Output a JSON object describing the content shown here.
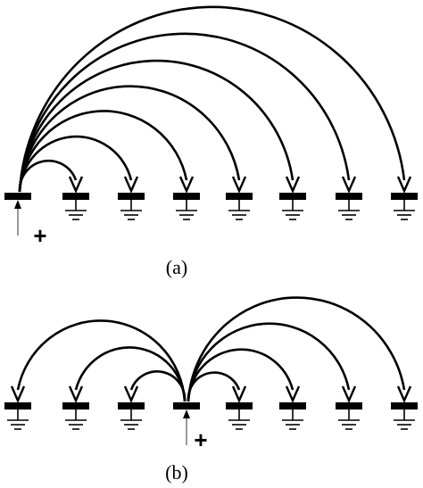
{
  "diagram": {
    "panel_a": {
      "caption": "(a)",
      "source_sign": "+",
      "source_index": 0,
      "node_count": 8,
      "connections": [
        [
          0,
          1
        ],
        [
          0,
          2
        ],
        [
          0,
          3
        ],
        [
          0,
          4
        ],
        [
          0,
          5
        ],
        [
          0,
          6
        ],
        [
          0,
          7
        ]
      ]
    },
    "panel_b": {
      "caption": "(b)",
      "source_sign": "+",
      "source_index": 3,
      "node_count": 8,
      "connections": [
        [
          3,
          0
        ],
        [
          3,
          1
        ],
        [
          3,
          2
        ],
        [
          3,
          4
        ],
        [
          3,
          5
        ],
        [
          3,
          6
        ],
        [
          3,
          7
        ]
      ]
    }
  },
  "colors": {
    "stroke": "#000000",
    "feed_line": "#555555",
    "background": "#ffffff"
  }
}
